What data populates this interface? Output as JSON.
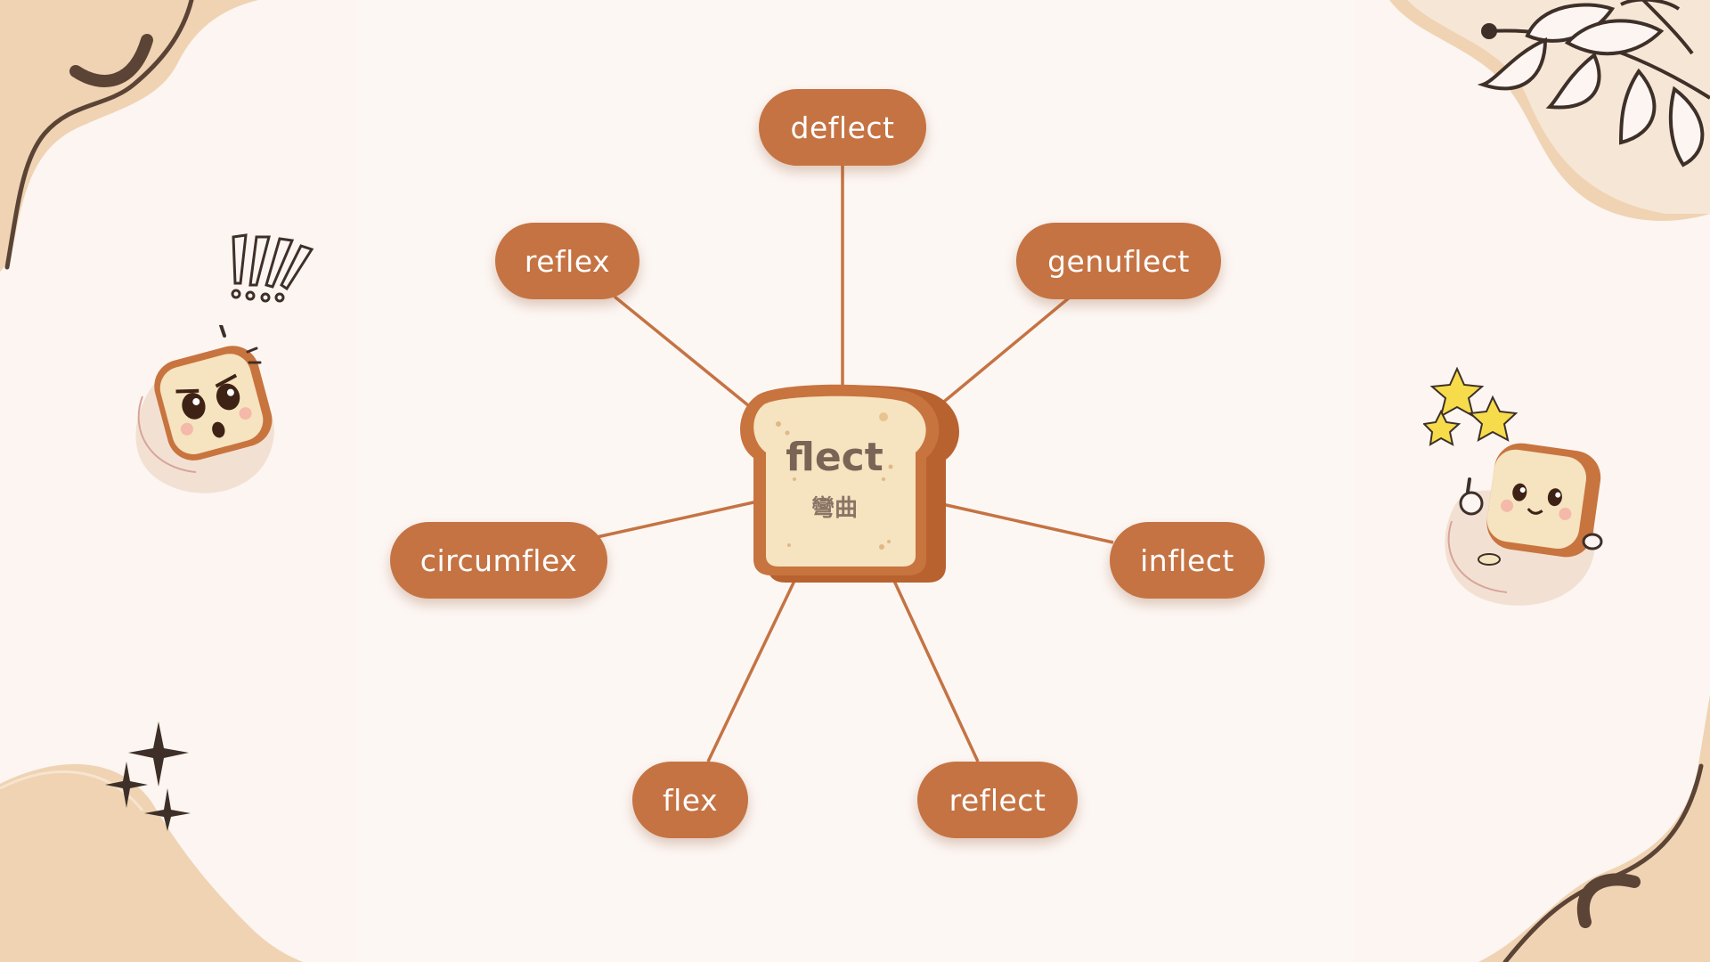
{
  "diagram": {
    "root": {
      "word": "flect",
      "meaning": "彎曲"
    },
    "branches": [
      {
        "id": "deflect",
        "label": "deflect"
      },
      {
        "id": "reflex",
        "label": "reflex"
      },
      {
        "id": "genuflect",
        "label": "genuflect"
      },
      {
        "id": "circumflex",
        "label": "circumflex"
      },
      {
        "id": "inflect",
        "label": "inflect"
      },
      {
        "id": "flex",
        "label": "flex"
      },
      {
        "id": "reflect",
        "label": "reflect"
      }
    ]
  },
  "colors": {
    "background": "#fcf5f1",
    "node": "#c57343",
    "connector": "#c57343",
    "node_text": "#ffffff",
    "bread_crust": "#c8743f",
    "bread_crumb": "#f6e3bf",
    "root_text": "#7a6456",
    "wave": "#efd3b3",
    "wave_line": "#5b4436"
  },
  "decorations": {
    "left_mascot": "surprised-toast-icon",
    "right_mascot": "happy-toast-icon",
    "exclamation": "exclamation-marks-icon",
    "stars": "yellow-stars-icon",
    "sparkles": "sparkle-icon",
    "leaves": "leaf-branch-icon"
  }
}
